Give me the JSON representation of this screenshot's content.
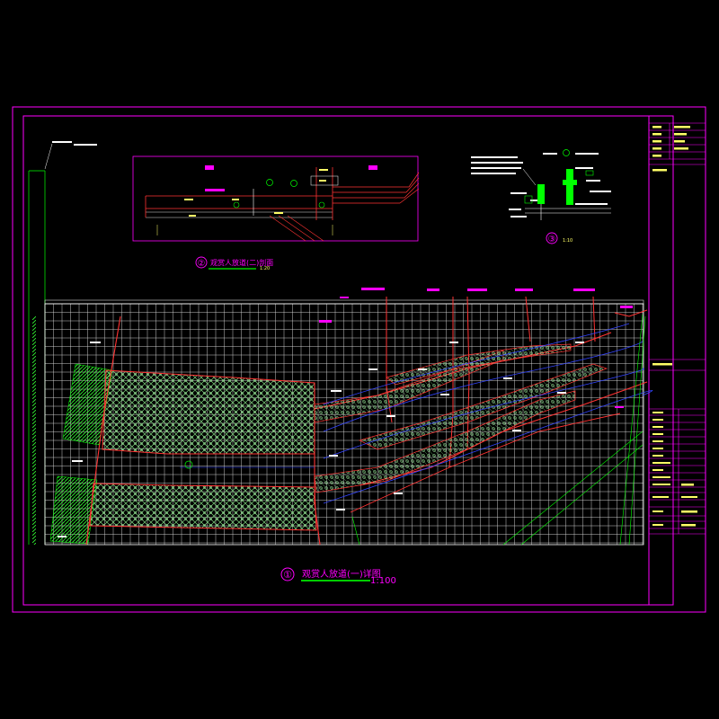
{
  "drawing": {
    "main_title": "观赏人放道(一)详图",
    "main_scale": "1:100",
    "main_callout": "①",
    "section2_title": "观赏人放道(二)剖面",
    "section2_scale": "1:20",
    "section2_callout": "②",
    "detail3_callout": "③",
    "detail3_scale": "1:10",
    "colors": {
      "background": "#000000",
      "frame": "#ff00ff",
      "grid": "#ffffff",
      "boundary": "#ff0000",
      "hatch_green": "#00ff00",
      "underline_green": "#00cc00",
      "blue": "#3344ff"
    }
  }
}
